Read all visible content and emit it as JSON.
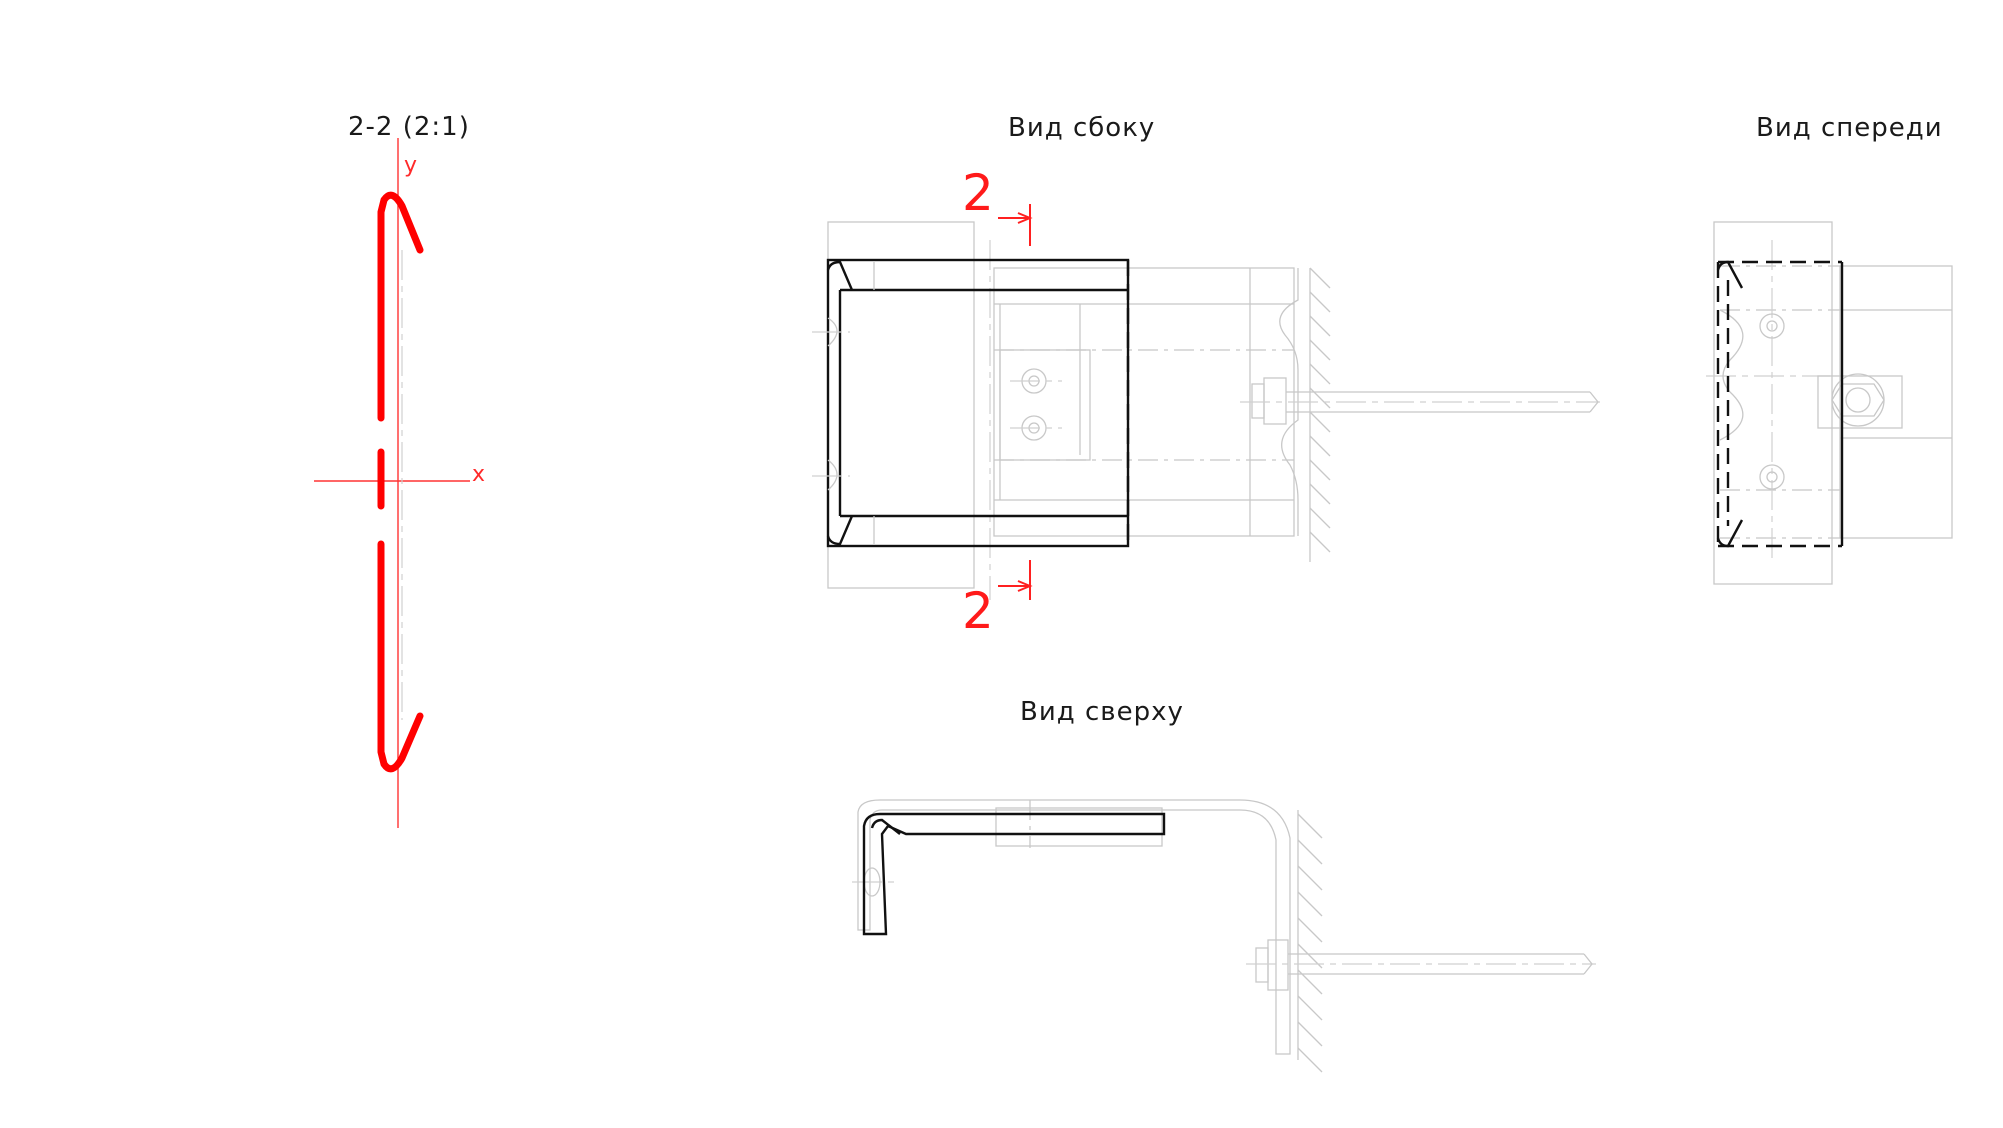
{
  "views": {
    "section": {
      "title": "2-2 (2:1)",
      "axis_x": "x",
      "axis_y": "y"
    },
    "side": {
      "title": "Вид сбоку",
      "cut_mark_top": "2",
      "cut_mark_bottom": "2"
    },
    "front": {
      "title": "Вид спереди"
    },
    "top": {
      "title": "Вид сверху"
    }
  },
  "colors": {
    "section_line": "#ff0000",
    "main_outline": "#111111",
    "context_outline": "#c8c8c8",
    "background": "#ffffff"
  }
}
